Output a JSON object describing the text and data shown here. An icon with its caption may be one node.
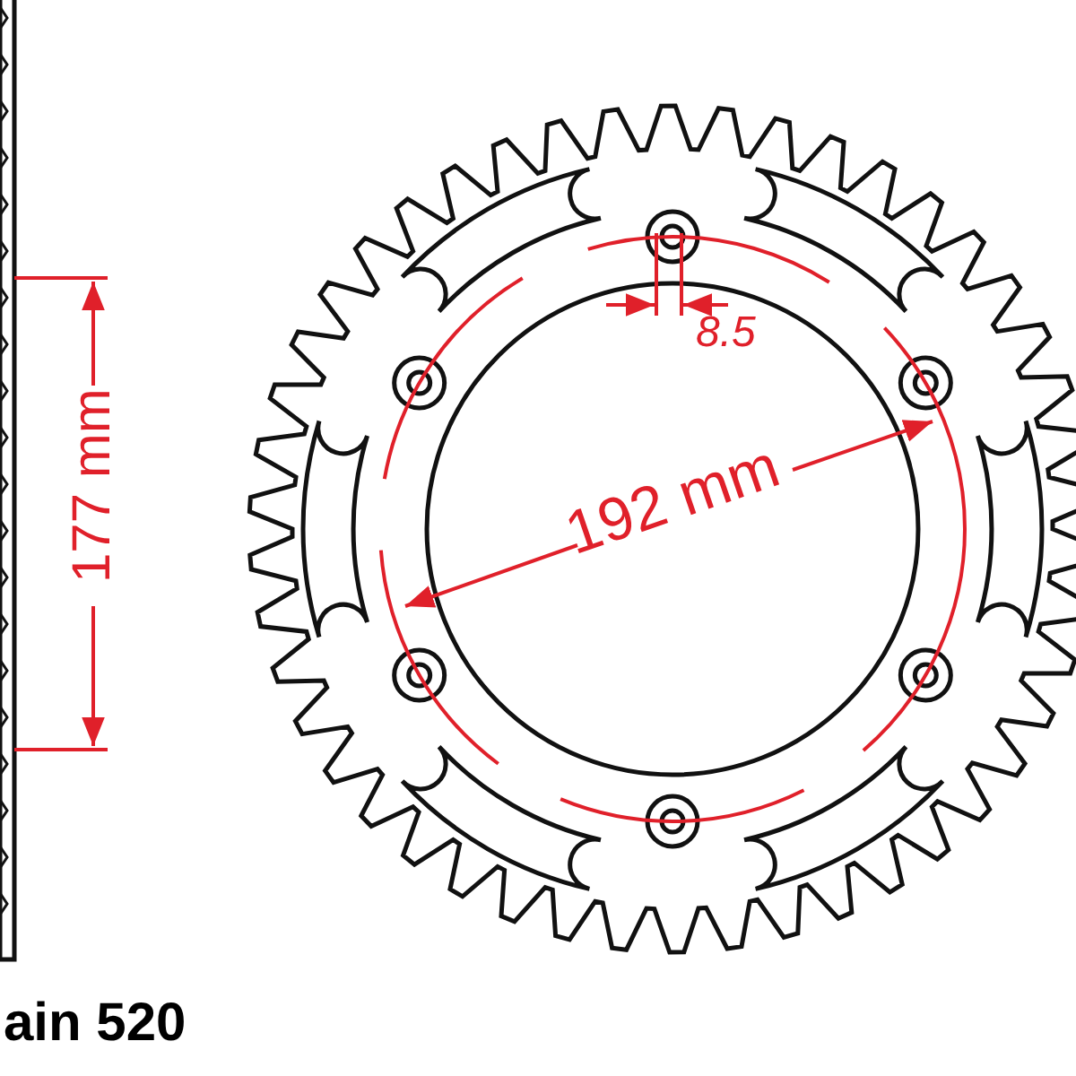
{
  "diagram": {
    "labels": [
      "177 mm",
      "8.5",
      "192 mm",
      "ain 520"
    ]
  }
}
